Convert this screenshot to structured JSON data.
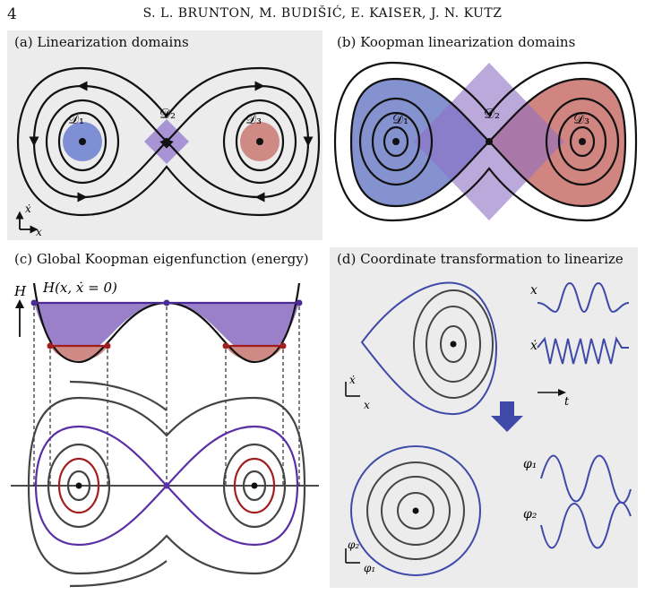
{
  "header": {
    "page_number": "4",
    "authors": "S. L. BRUNTON, M. BUDIŠIĆ, E. KAISER, J. N. KUTZ"
  },
  "panel_a": {
    "title": "(a)  Linearization domains",
    "labels": {
      "d1": "𝒟₁",
      "d2": "𝒟₂",
      "d3": "𝒟₃",
      "xdot": "ẋ",
      "x": "x"
    }
  },
  "panel_b": {
    "title": "(b)  Koopman linearization domains",
    "labels": {
      "d1": "𝒟₁",
      "d2": "𝒟₂",
      "d3": "𝒟₃"
    }
  },
  "panel_c": {
    "title": "(c)  Global Koopman eigenfunction (energy)",
    "axis_label": "H",
    "curve_label": "H(x, ẋ = 0)"
  },
  "panel_d": {
    "title": "(d)  Coordinate transformation to linearize",
    "labels": {
      "x": "x",
      "xdot": "ẋ",
      "t": "t",
      "phi1": "φ₁",
      "phi2": "φ₂",
      "ax_phi2": "φ₂",
      "ax_phi1": "φ₁",
      "ax_xdot": "ẋ",
      "ax_x": "x"
    }
  },
  "colors": {
    "panel_bg": "#ececec",
    "blue_region": "#6f7fc7",
    "red_region": "#c9706b",
    "purple_region": "#9a80c8",
    "orbit_dark": "#111111",
    "orbit_gray": "#444444",
    "orbit_purple": "#5a2fa6",
    "orbit_red": "#a21e1e",
    "orbit_blue": "#3e49a8"
  }
}
